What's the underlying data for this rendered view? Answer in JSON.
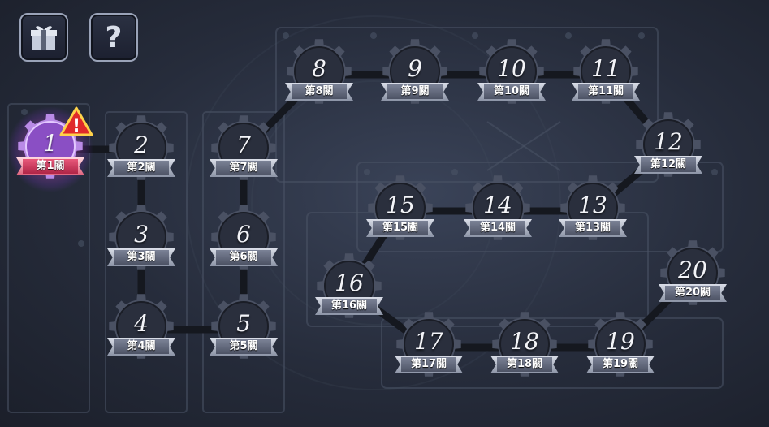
{
  "top_buttons": [
    {
      "name": "gift-button",
      "icon": "gift-icon"
    },
    {
      "name": "help-button",
      "icon": "question-icon",
      "symbol": "?"
    }
  ],
  "alert": {
    "icon": "warning-icon",
    "symbol": "!",
    "stage_number": "1"
  },
  "stages": [
    {
      "number": "1",
      "label": "第1關",
      "active": true
    },
    {
      "number": "2",
      "label": "第2關",
      "active": false
    },
    {
      "number": "3",
      "label": "第3關",
      "active": false
    },
    {
      "number": "4",
      "label": "第4關",
      "active": false
    },
    {
      "number": "5",
      "label": "第5關",
      "active": false
    },
    {
      "number": "6",
      "label": "第6關",
      "active": false
    },
    {
      "number": "7",
      "label": "第7關",
      "active": false
    },
    {
      "number": "8",
      "label": "第8關",
      "active": false
    },
    {
      "number": "9",
      "label": "第9關",
      "active": false
    },
    {
      "number": "10",
      "label": "第10關",
      "active": false
    },
    {
      "number": "11",
      "label": "第11關",
      "active": false
    },
    {
      "number": "12",
      "label": "第12關",
      "active": false
    },
    {
      "number": "13",
      "label": "第13關",
      "active": false
    },
    {
      "number": "14",
      "label": "第14關",
      "active": false
    },
    {
      "number": "15",
      "label": "第15關",
      "active": false
    },
    {
      "number": "16",
      "label": "第16關",
      "active": false
    },
    {
      "number": "17",
      "label": "第17關",
      "active": false
    },
    {
      "number": "18",
      "label": "第18關",
      "active": false
    },
    {
      "number": "19",
      "label": "第19關",
      "active": false
    },
    {
      "number": "20",
      "label": "第20關",
      "active": false
    }
  ],
  "colors": {
    "background": "#262c3b",
    "gear": "#2a2f3d",
    "gear_rim": "#4a5163",
    "active_gear": "#8a4fc4",
    "active_ribbon": "#c9355a",
    "alert": "#e02a2a",
    "path": "#15181f"
  }
}
